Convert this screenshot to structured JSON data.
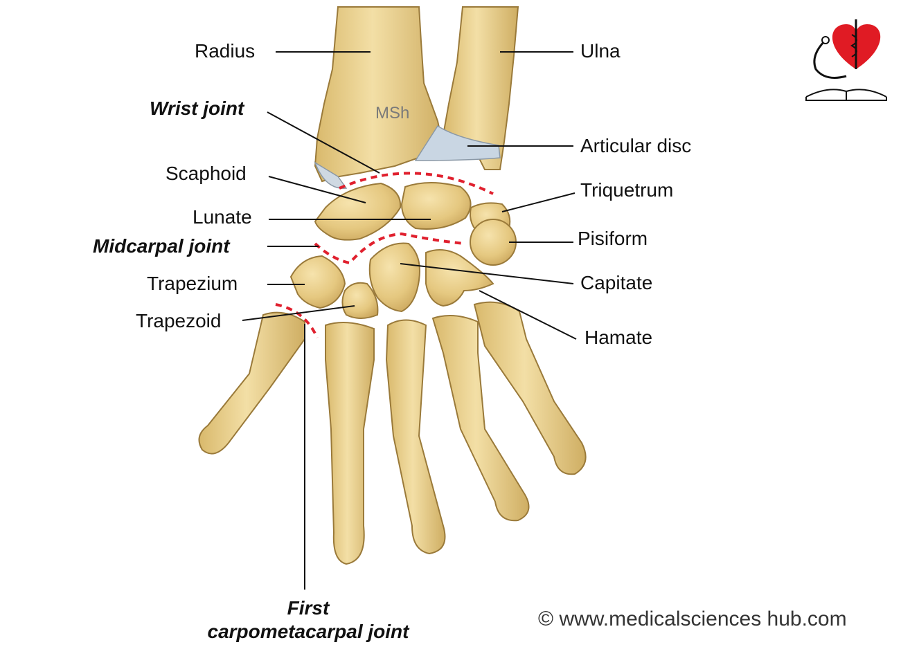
{
  "labels": {
    "radius": "Radius",
    "ulna": "Ulna",
    "wrist_joint": "Wrist joint",
    "articular_disc": "Articular disc",
    "scaphoid": "Scaphoid",
    "triquetrum": "Triquetrum",
    "lunate": "Lunate",
    "pisiform": "Pisiform",
    "midcarpal_joint": "Midcarpal joint",
    "trapezium": "Trapezium",
    "capitate": "Capitate",
    "trapezoid": "Trapezoid",
    "hamate": "Hamate",
    "first_cmc_line1": "First",
    "first_cmc_line2": "carpometacarpal joint"
  },
  "watermark": "MSh",
  "copyright": "© www.medicalsciences hub.com",
  "colors": {
    "bone": "#e9d08f",
    "bone_shade": "#c8a85c",
    "bone_outline": "#9a7a3a",
    "cartilage": "#c9d6e3",
    "joint_dash": "#e0202e",
    "leader": "#111111",
    "logo_red": "#e01b24"
  },
  "icons": {
    "logo": "heart-stethoscope-book-logo"
  }
}
